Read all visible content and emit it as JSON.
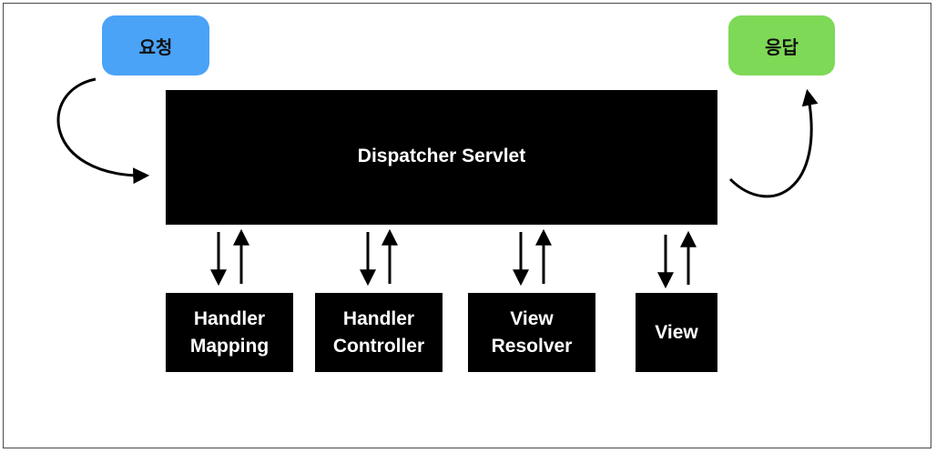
{
  "request": {
    "label": "요청",
    "color": "#4aa3f7"
  },
  "response": {
    "label": "응답",
    "color": "#7ed957"
  },
  "servlet": {
    "label": "Dispatcher Servlet"
  },
  "components": [
    {
      "line1": "Handler",
      "line2": "Mapping"
    },
    {
      "line1": "Handler",
      "line2": "Controller"
    },
    {
      "line1": "View",
      "line2": "Resolver"
    },
    {
      "line1": "View",
      "line2": ""
    }
  ]
}
